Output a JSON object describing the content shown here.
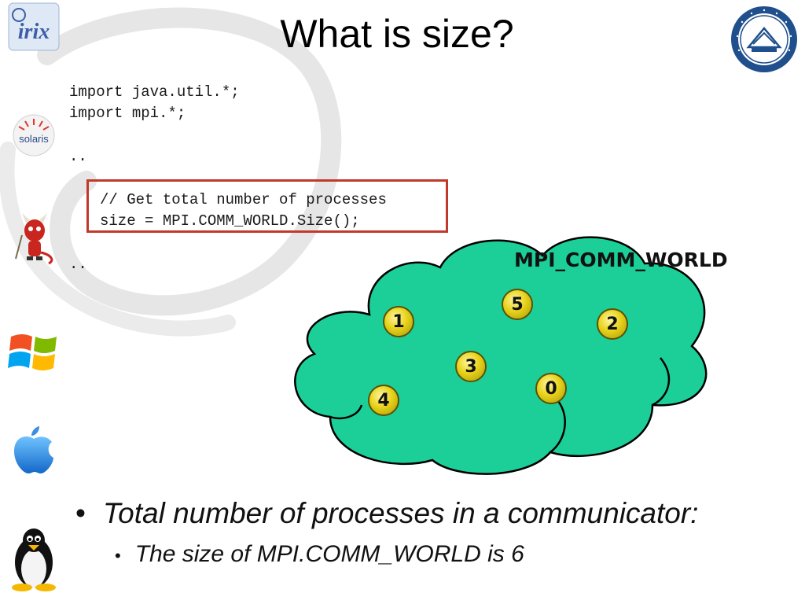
{
  "slide": {
    "title": "What is size?"
  },
  "code": {
    "line1": "import java.util.*;",
    "line2": "import mpi.*;",
    "ellipsis_top": "..",
    "comment": "// Get total number of processes",
    "statement": "size = MPI.COMM_WORLD.Size();",
    "ellipsis_bottom": ".."
  },
  "communicator": {
    "label": "MPI_COMM_WORLD",
    "processes": [
      "1",
      "5",
      "2",
      "3",
      "0",
      "4"
    ]
  },
  "bullets": {
    "main": "Total number of processes in a communicator:",
    "sub": "The size of MPI.COMM_WORLD is 6"
  },
  "sidebar": {
    "logos": [
      "irix-logo",
      "solaris-logo",
      "bsd-daemon-logo",
      "windows-logo",
      "apple-logo",
      "linux-penguin-logo"
    ],
    "irix_text": "irix",
    "solaris_text": "solaris"
  },
  "colors": {
    "cloud_fill": "#1ccf98",
    "highlight_border": "#c0392b",
    "node_fill": "#e8d21a"
  }
}
